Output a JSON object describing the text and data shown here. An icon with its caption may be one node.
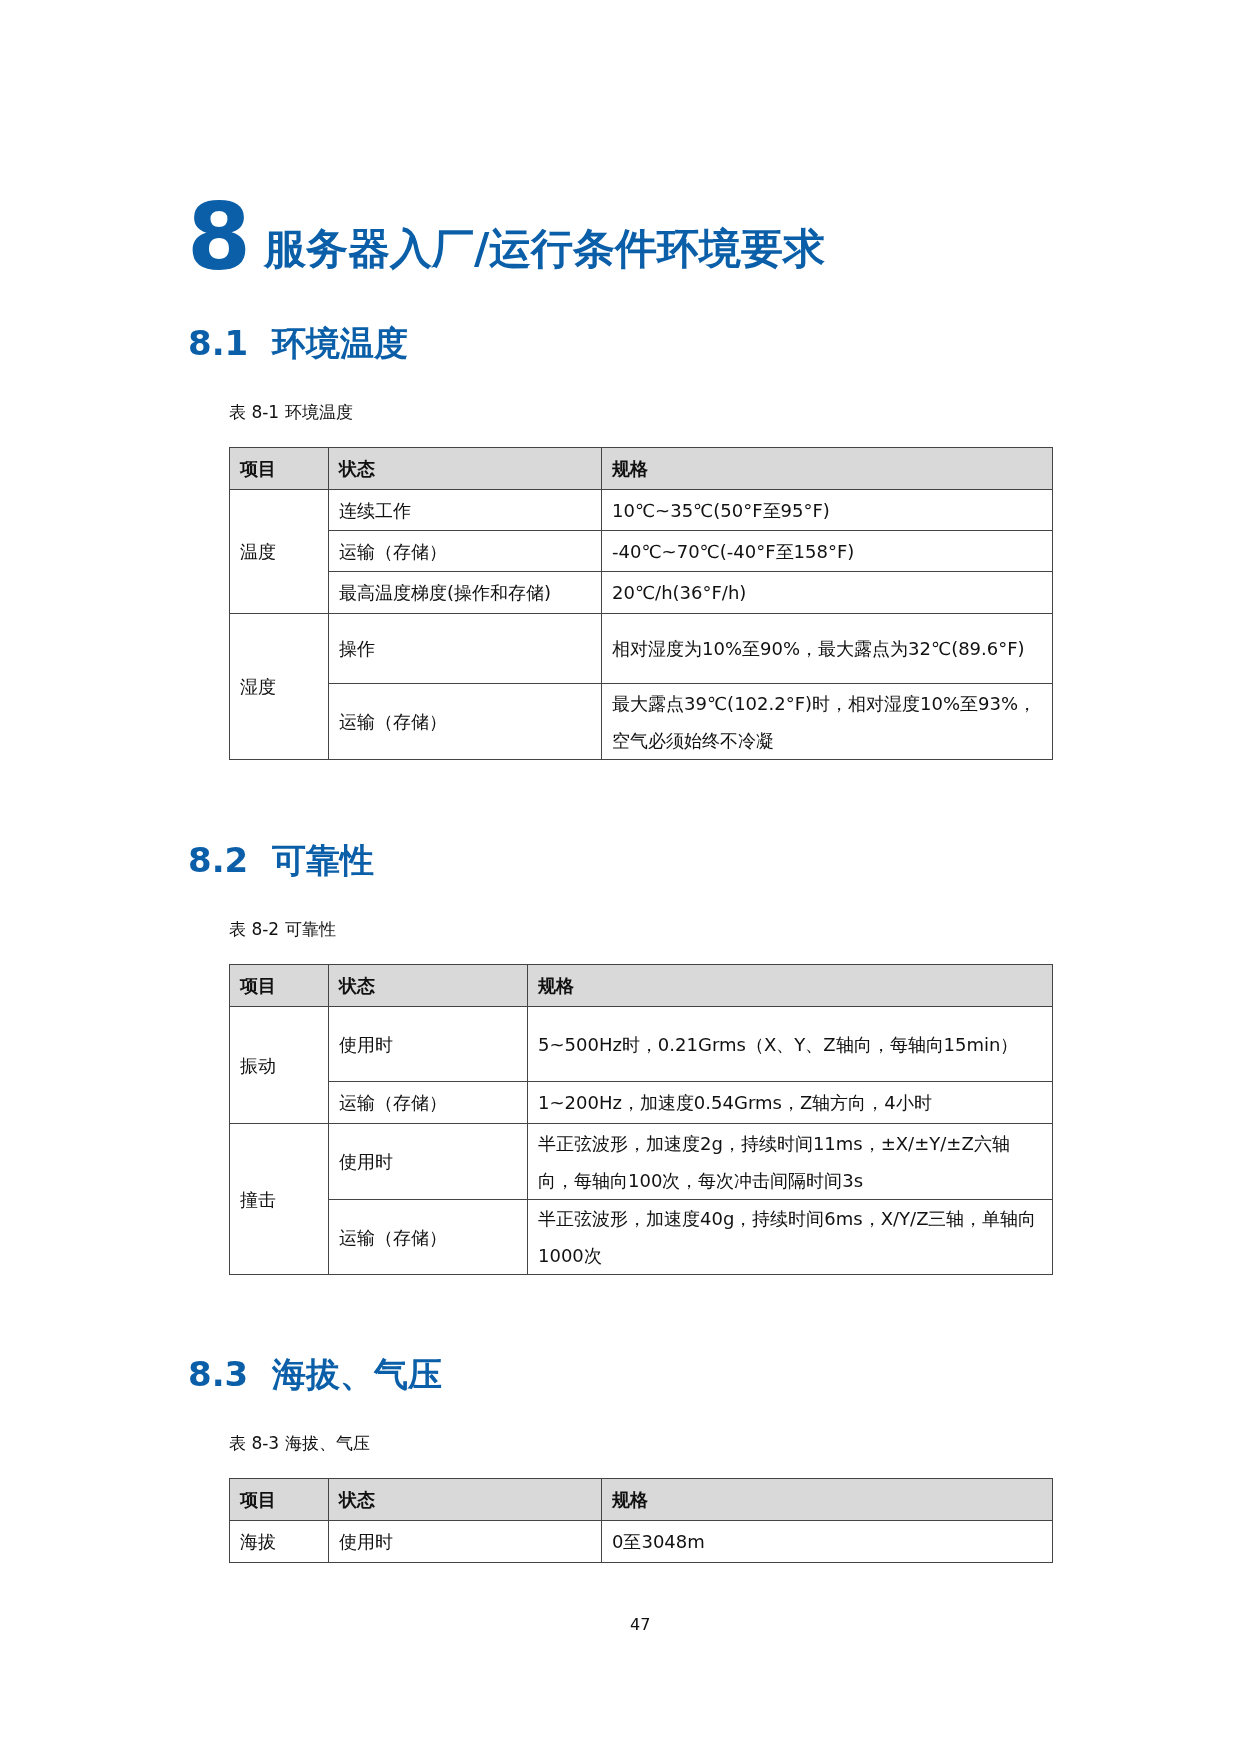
{
  "diagram": {
    "title": "服务器入厂/运行条件环境要求",
    "labels": [
      "8",
      "8.1 环境温度",
      "表 8-1 环境温度",
      "项目",
      "状态",
      "规格",
      "温度",
      "连续工作",
      "10℃~35℃(50°F至95°F)",
      "运输（存储）",
      "-40℃~70℃(-40°F至158°F)",
      "最高温度梯度(操作和存储)",
      "20℃/h(36°F/h)",
      "湿度",
      "操作",
      "相对湿度为10%至90%，最大露点为32℃(89.6°F)",
      "运输（存储）",
      "最大露点39℃(102.2°F)时，相对湿度10%至93%，空气必须始终不冷凝",
      "8.2 可靠性",
      "表 8-2 可靠性",
      "项目",
      "状态",
      "规格",
      "振动",
      "使用时",
      "5~500Hz时，0.21Grms（X、Y、Z轴向，每轴向15min）",
      "运输（存储）",
      "1~200Hz，加速度0.54Grms，Z轴方向，4小时",
      "撞击",
      "使用时",
      "半正弦波形，加速度2g，持续时间11ms，±X/±Y/±Z六轴向，每轴向100次，每次冲击间隔时间3s",
      "运输（存储）",
      "半正弦波形，加速度40g，持续时间6ms，X/Y/Z三轴，单轴向1000次",
      "8.3 海拔、气压",
      "表 8-3 海拔、气压",
      "项目",
      "状态",
      "规格",
      "海拔",
      "使用时",
      "0至3048m",
      "47"
    ]
  }
}
